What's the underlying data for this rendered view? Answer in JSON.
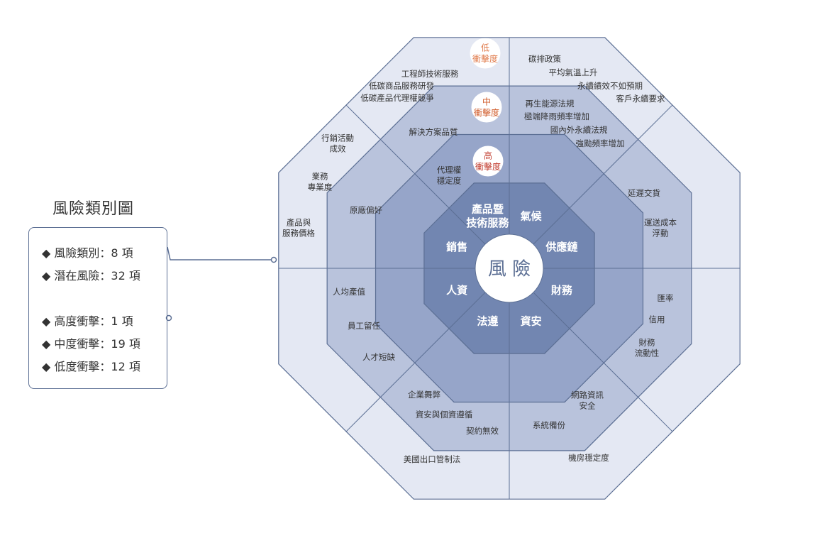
{
  "legend": {
    "title": "風險類別圖",
    "lines": [
      "◆ 風險類別：8 項",
      "◆ 潛在風險：32 項",
      "◆ 高度衝擊：1 項",
      "◆ 中度衝擊：19 項",
      "◆ 低度衝擊：12 項"
    ]
  },
  "center": {
    "label": "風 險"
  },
  "categories": [
    "產品暨\n技術服務",
    "氣候",
    "供應鏈",
    "財務",
    "資安",
    "法遵",
    "人資",
    "銷售"
  ],
  "impact_levels": {
    "high": "高\n衝擊度",
    "medium": "中\n衝擊度",
    "low": "低\n衝擊度"
  },
  "risks": [
    {
      "text": "代理權\n穩定度",
      "level": "high",
      "category": "產品暨技術服務"
    },
    {
      "text": "解決方案品質",
      "level": "medium",
      "category": "產品暨技術服務"
    },
    {
      "text": "工程師技術服務",
      "level": "low",
      "category": "產品暨技術服務"
    },
    {
      "text": "低碳商品服務研發",
      "level": "low",
      "category": "產品暨技術服務"
    },
    {
      "text": "低碳產品代理權競爭",
      "level": "low",
      "category": "產品暨技術服務"
    },
    {
      "text": "再生能源法規",
      "level": "medium",
      "category": "氣候"
    },
    {
      "text": "極端降雨頻率增加",
      "level": "medium",
      "category": "氣候"
    },
    {
      "text": "國內外永續法規",
      "level": "medium",
      "category": "氣候"
    },
    {
      "text": "強颱頻率增加",
      "level": "medium",
      "category": "氣候"
    },
    {
      "text": "碳排政策",
      "level": "low",
      "category": "氣候"
    },
    {
      "text": "平均氣溫上升",
      "level": "low",
      "category": "氣候"
    },
    {
      "text": "永續績效不如預期",
      "level": "low",
      "category": "氣候"
    },
    {
      "text": "客戶永續要求",
      "level": "low",
      "category": "氣候"
    },
    {
      "text": "延遲交貨",
      "level": "medium",
      "category": "供應鏈"
    },
    {
      "text": "運送成本\n浮動",
      "level": "medium",
      "category": "供應鏈"
    },
    {
      "text": "匯率",
      "level": "medium",
      "category": "財務"
    },
    {
      "text": "信用",
      "level": "medium",
      "category": "財務"
    },
    {
      "text": "財務\n流動性",
      "level": "medium",
      "category": "財務"
    },
    {
      "text": "網路資訊\n安全",
      "level": "medium",
      "category": "資安"
    },
    {
      "text": "系統備份",
      "level": "medium",
      "category": "資安"
    },
    {
      "text": "機房穩定度",
      "level": "low",
      "category": "資安"
    },
    {
      "text": "企業舞弊",
      "level": "medium",
      "category": "法遵"
    },
    {
      "text": "資安與個資遵循",
      "level": "medium",
      "category": "法遵"
    },
    {
      "text": "契約無效",
      "level": "medium",
      "category": "法遵"
    },
    {
      "text": "美國出口管制法",
      "level": "low",
      "category": "法遵"
    },
    {
      "text": "人均產值",
      "level": "medium",
      "category": "人資"
    },
    {
      "text": "員工留任",
      "level": "medium",
      "category": "人資"
    },
    {
      "text": "人才短缺",
      "level": "medium",
      "category": "人資"
    },
    {
      "text": "原廠偏好",
      "level": "medium",
      "category": "銷售"
    },
    {
      "text": "行銷活動\n成效",
      "level": "low",
      "category": "銷售"
    },
    {
      "text": "業務\n專業度",
      "level": "low",
      "category": "銷售"
    },
    {
      "text": "產品與\n服務價格",
      "level": "low",
      "category": "銷售"
    }
  ],
  "colors": {
    "core": "#7286b1",
    "high_ring": "#96a5c9",
    "medium_ring": "#b9c3dc",
    "low_ring": "#e4e8f3",
    "outline": "#5c6f94",
    "high_text": "#c0392b",
    "medium_text": "#d05a28",
    "low_text": "#e07a4a"
  }
}
